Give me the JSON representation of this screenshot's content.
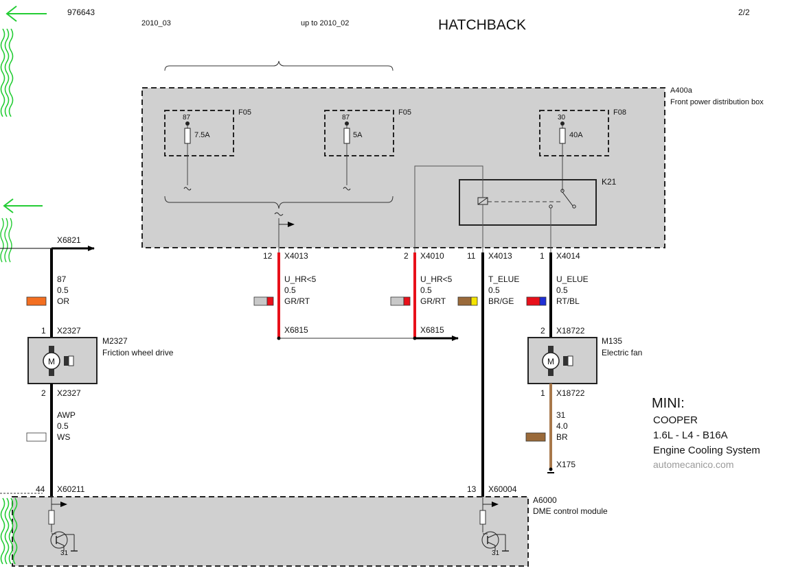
{
  "header": {
    "doc_number": "976643",
    "date_left": "2010_03",
    "date_right": "up to 2010_02",
    "title": "HATCHBACK",
    "page": "2/2"
  },
  "components": {
    "a400a": {
      "id": "A400a",
      "name": "Front power distribution box"
    },
    "a6000": {
      "id": "A6000",
      "name": "DME control module"
    },
    "m2327": {
      "id": "M2327",
      "name": "Friction wheel drive"
    },
    "m135": {
      "id": "M135",
      "name": "Electric fan"
    },
    "k21": {
      "id": "K21"
    }
  },
  "fuses": [
    {
      "id": "F05",
      "pin": "87",
      "rating": "7.5A"
    },
    {
      "id": "F05",
      "pin": "87",
      "rating": "5A"
    },
    {
      "id": "F08",
      "pin": "30",
      "rating": "40A"
    }
  ],
  "connectors": {
    "x6821": {
      "name": "X6821"
    },
    "x2327_1": {
      "pin": "1",
      "name": "X2327"
    },
    "x2327_2": {
      "pin": "2",
      "name": "X2327"
    },
    "x60211": {
      "pin": "44",
      "name": "X60211"
    },
    "x4013_12": {
      "pin": "12",
      "name": "X4013"
    },
    "x4010_2": {
      "pin": "2",
      "name": "X4010"
    },
    "x4013_11": {
      "pin": "11",
      "name": "X4013"
    },
    "x4014_1": {
      "pin": "1",
      "name": "X4014"
    },
    "x6815_a": {
      "name": "X6815"
    },
    "x6815_b": {
      "name": "X6815"
    },
    "x18722_2": {
      "pin": "2",
      "name": "X18722"
    },
    "x18722_1": {
      "pin": "1",
      "name": "X18722"
    },
    "x175": {
      "name": "X175"
    },
    "x60004": {
      "pin": "13",
      "name": "X60004"
    }
  },
  "wires": {
    "w1": {
      "signal": "87",
      "size": "0.5",
      "color": "OR",
      "color_hex": "#f36f21"
    },
    "w2": {
      "signal": "AWP",
      "size": "0.5",
      "color": "WS",
      "color_hex": "#ffffff"
    },
    "w3": {
      "signal": "U_HR<5",
      "size": "0.5",
      "color": "GR/RT",
      "color_hex": "#c8c8c8",
      "stripe_hex": "#e8101a"
    },
    "w4": {
      "signal": "U_HR<5",
      "size": "0.5",
      "color": "GR/RT",
      "color_hex": "#c8c8c8",
      "stripe_hex": "#e8101a"
    },
    "w5": {
      "signal": "T_ELUE",
      "size": "0.5",
      "color": "BR/GE",
      "color_hex": "#9a6a3a",
      "stripe_hex": "#f5e400"
    },
    "w6": {
      "signal": "U_ELUE",
      "size": "0.5",
      "color": "RT/BL",
      "color_hex": "#e8101a",
      "stripe_hex": "#1f2fd6"
    },
    "w7": {
      "signal": "31",
      "size": "4.0",
      "color": "BR",
      "color_hex": "#9a6a3a"
    }
  },
  "ground_label": "31",
  "motor_label": "M",
  "brand": {
    "make": "MINI:",
    "model": "COOPER",
    "engine": "1.6L - L4 - B16A",
    "system": "Engine Cooling System",
    "site": "automecanico.com"
  },
  "colors": {
    "module_fill": "#d0d0d0",
    "red_wire": "#e8101a",
    "brown_wire": "#a8784a",
    "nav_green": "#22cc33"
  },
  "icons": {
    "nav_back": "arrow-left-icon",
    "fuse": "fuse-icon",
    "motor": "motor-icon",
    "relay": "relay-icon",
    "ground": "ground-icon"
  }
}
